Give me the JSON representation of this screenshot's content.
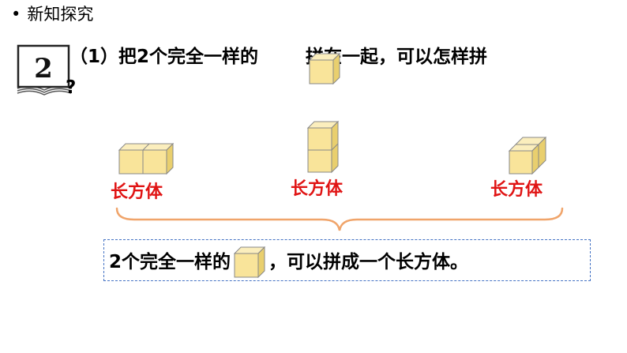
{
  "header": {
    "bullet": "•",
    "title": "新知探究"
  },
  "problem": {
    "number": "2",
    "question_part1": "（1）把2个完全一样的",
    "question_part2": "拼在一起，可以怎样拼",
    "question_end": "?"
  },
  "arrangements": [
    {
      "label": "长方体"
    },
    {
      "label": "长方体"
    },
    {
      "label": "长方体"
    }
  ],
  "conclusion": {
    "part1": "2个完全一样的",
    "part2": "，可以拼成一个长方体。"
  },
  "colors": {
    "cube_front": "#f9e49a",
    "cube_top": "#fbeebd",
    "cube_side": "#e9cf6e",
    "cube_edge": "#888888",
    "label_red": "#e01414",
    "brace": "#f0a46a",
    "box_border": "#4472c4"
  }
}
